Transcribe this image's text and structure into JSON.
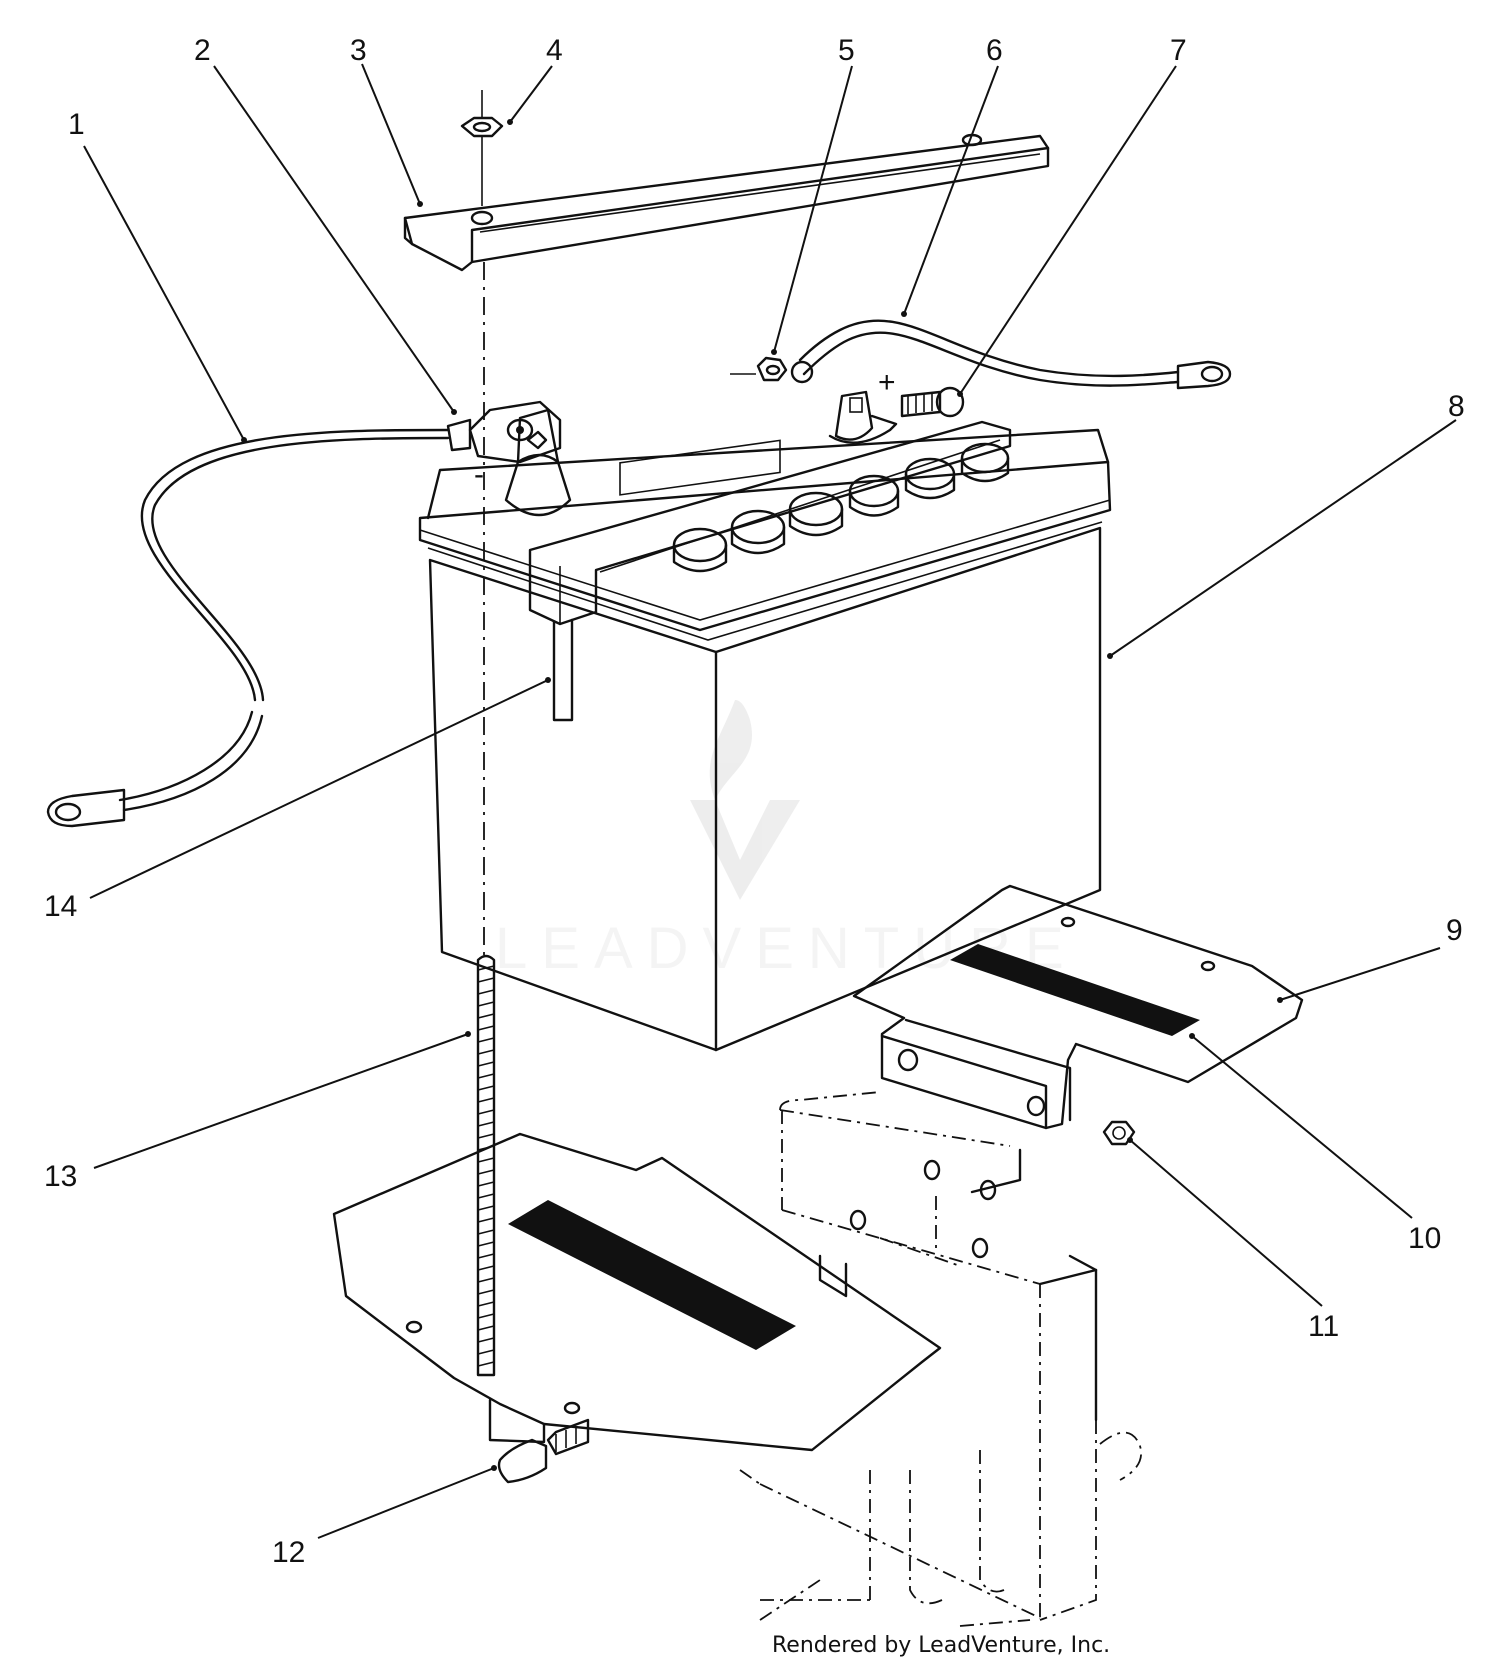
{
  "callouts": [
    "1",
    "2",
    "3",
    "4",
    "5",
    "6",
    "7",
    "8",
    "9",
    "10",
    "11",
    "12",
    "13",
    "14"
  ],
  "terminal_marks": {
    "positive": "+",
    "negative": "-"
  },
  "watermark": {
    "text": "LEADVENTURE"
  },
  "credit": "Rendered by LeadVenture, Inc."
}
